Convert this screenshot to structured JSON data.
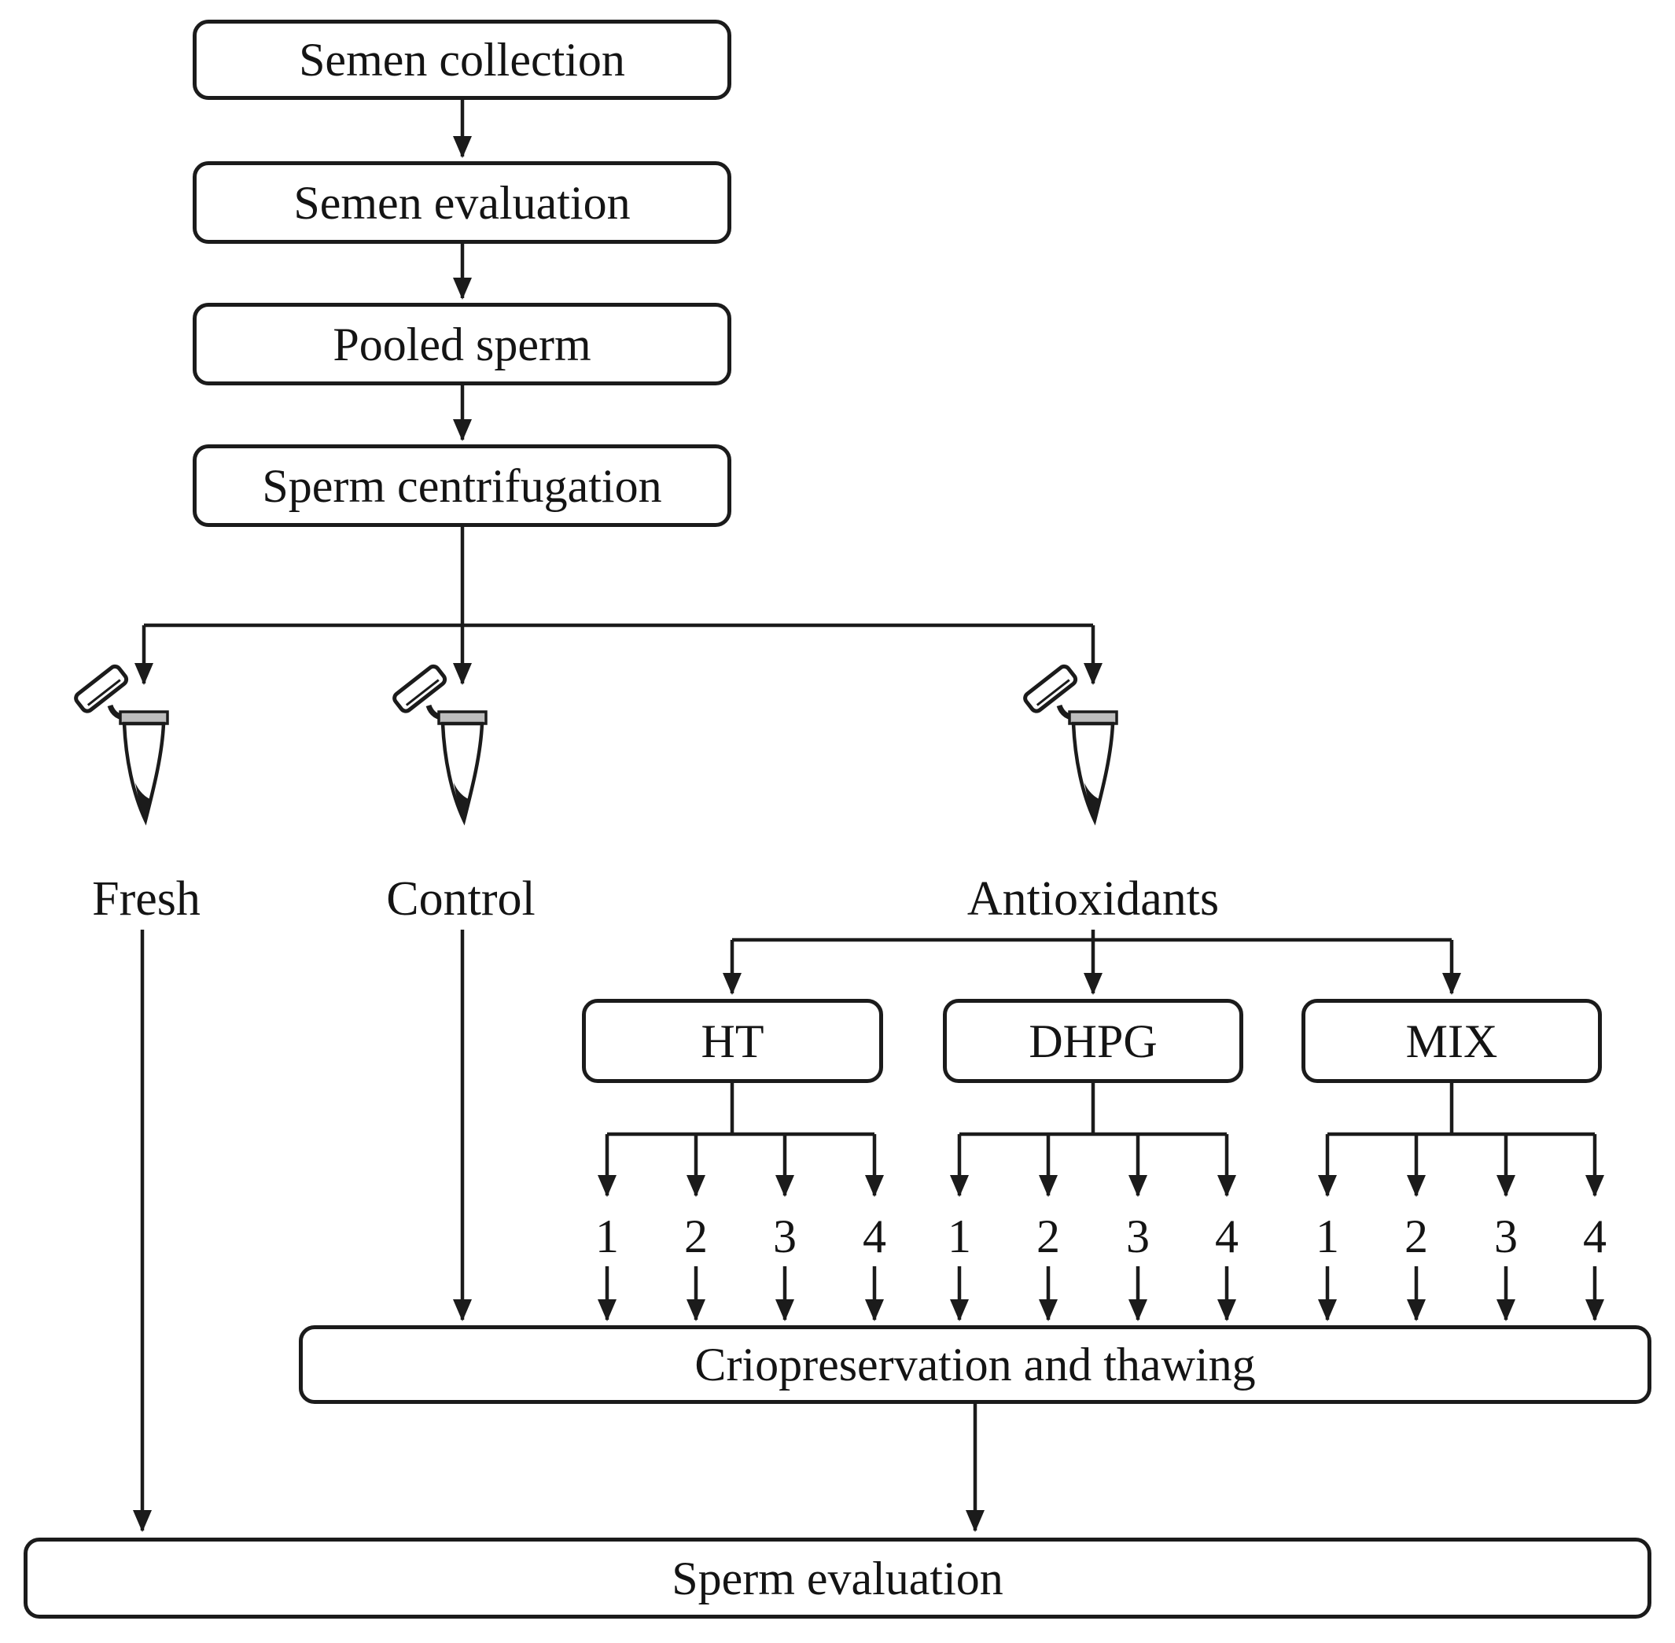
{
  "colors": {
    "line": "#1b1b1b",
    "box_border": "#1b1b1b",
    "box_background": "#ffffff",
    "page_background": "#ffffff",
    "tube_rim_gray": "#bdbdbd"
  },
  "steps": {
    "semen_collection": "Semen collection",
    "semen_evaluation": "Semen evaluation",
    "pooled_sperm": "Pooled sperm",
    "sperm_centrifugation": "Sperm centrifugation",
    "criopreservation_and_thawing": "Criopreservation and thawing",
    "final_sperm_evaluation": "Sperm evaluation"
  },
  "aliquots": [
    {
      "label": "Fresh",
      "icon": "microcentrifuge-tube-icon"
    },
    {
      "label": "Control",
      "icon": "microcentrifuge-tube-icon"
    },
    {
      "label": "Antioxidants",
      "icon": "microcentrifuge-tube-icon"
    }
  ],
  "antioxidant_treatments": [
    {
      "label": "HT",
      "replicates": [
        "1",
        "2",
        "3",
        "4"
      ]
    },
    {
      "label": "DHPG",
      "replicates": [
        "1",
        "2",
        "3",
        "4"
      ]
    },
    {
      "label": "MIX",
      "replicates": [
        "1",
        "2",
        "3",
        "4"
      ]
    }
  ]
}
